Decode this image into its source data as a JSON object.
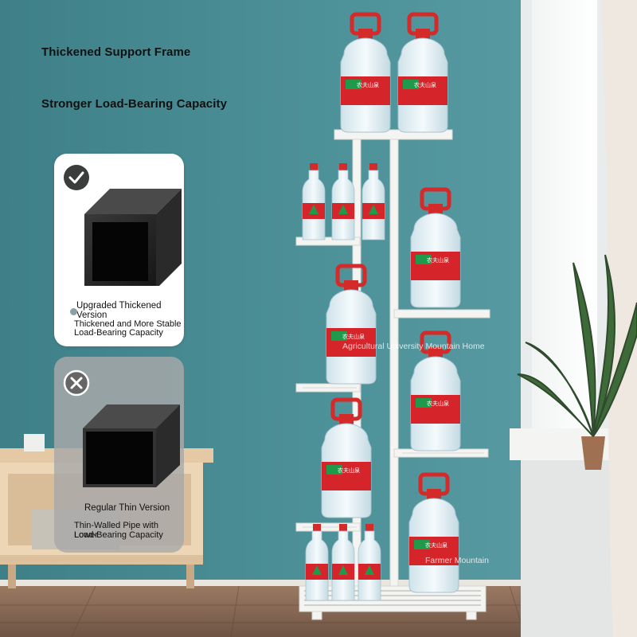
{
  "headlines": {
    "line1": "Thickened Support Frame",
    "line2": "Stronger Load-Bearing Capacity"
  },
  "comparison": {
    "upgraded": {
      "status_icon": "check-circle-icon",
      "title": "Upgraded Thickened Version",
      "description_line1": "Thickened and More Stable",
      "description_line2": "Load-Bearing Capacity"
    },
    "regular": {
      "status_icon": "x-circle-icon",
      "title": "Regular Thin Version",
      "description_line1": "Thin-Walled Pipe with Lower",
      "description_line2": "Load-Bearing Capacity"
    }
  },
  "bottle_label_text": "农夫山泉",
  "watermarks": {
    "center": "Agricultural University Mountain Home",
    "bottom": "Farmer Mountain"
  },
  "colors": {
    "wall": "#4b8c92",
    "floor": "#8a6a55",
    "rack": "#f4f4f2",
    "bottle_label": "#d6252a",
    "bottle_cap": "#d42a2a",
    "bottle_badge": "#1f9a4a"
  }
}
